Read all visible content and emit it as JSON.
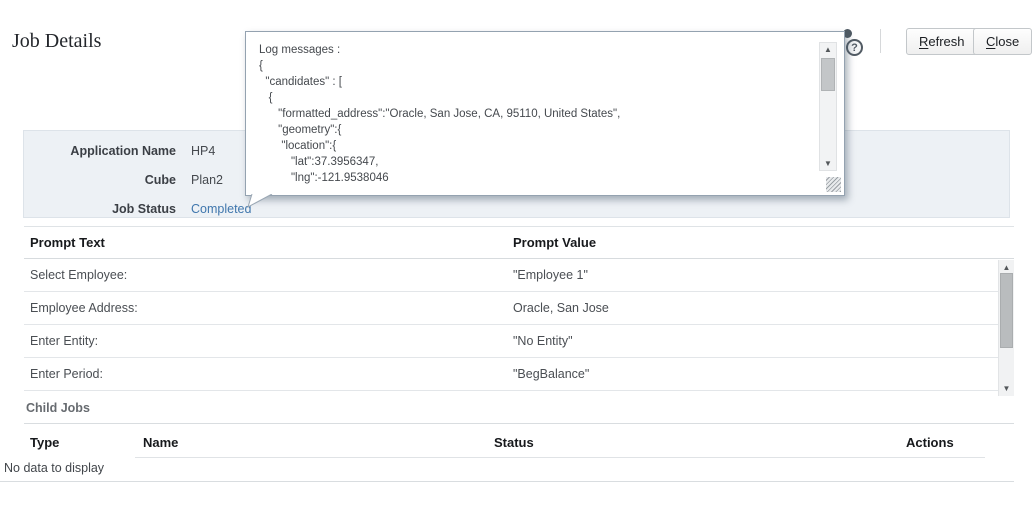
{
  "page": {
    "title": "Job Details"
  },
  "toolbar": {
    "refresh_first": "R",
    "refresh_rest": "efresh",
    "close_first": "C",
    "close_rest": "lose",
    "help_icon_glyph": "?"
  },
  "summary": {
    "fields": [
      {
        "label": "Application Name",
        "value": "HP4"
      },
      {
        "label": "Cube",
        "value": "Plan2"
      },
      {
        "label": "Job Status",
        "value": "Completed"
      }
    ]
  },
  "log_popup": {
    "lines": [
      "Log messages :",
      "{",
      "  \"candidates\" : [",
      "   {",
      "      \"formatted_address\":\"Oracle, San Jose, CA, 95110, United States\",",
      "      \"geometry\":{",
      "       \"location\":{",
      "          \"lat\":37.3956347,",
      "          \"lng\":-121.9538046"
    ]
  },
  "prompts_table": {
    "columns": {
      "text": "Prompt Text",
      "value": "Prompt Value"
    },
    "rows": [
      {
        "text": "Select Employee:",
        "value": "\"Employee 1\""
      },
      {
        "text": "Employee Address:",
        "value": "Oracle, San Jose"
      },
      {
        "text": "Enter Entity:",
        "value": "\"No Entity\""
      },
      {
        "text": "Enter Period:",
        "value": "\"BegBalance\""
      }
    ]
  },
  "child_jobs": {
    "section_label": "Child Jobs",
    "columns": {
      "type": "Type",
      "name": "Name",
      "status": "Status",
      "actions": "Actions"
    },
    "empty_message": "No data to display"
  },
  "colors": {
    "link_blue": "#4077ad",
    "panel_bg": "#edf1f5",
    "popup_border": "#94a2b0",
    "header_text": "#17191c"
  }
}
